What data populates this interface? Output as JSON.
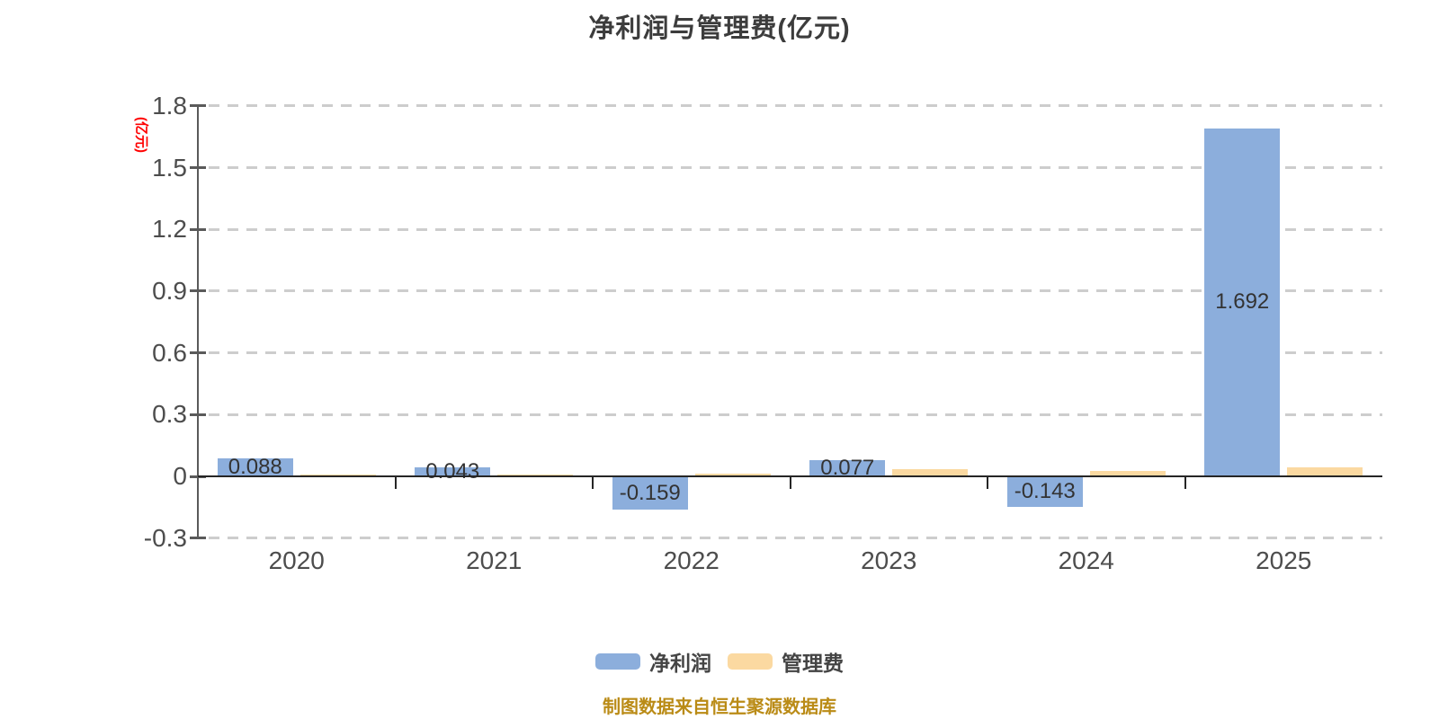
{
  "chart_data": {
    "type": "bar",
    "title": "净利润与管理费(亿元)",
    "source_note": "制图数据来自恒生聚源数据库",
    "categories": [
      "2020",
      "2021",
      "2022",
      "2023",
      "2024",
      "2025"
    ],
    "series": [
      {
        "name": "净利润",
        "color": "#8CAEDC",
        "values": [
          0.088,
          0.043,
          -0.159,
          0.077,
          -0.143,
          1.692
        ],
        "labels": [
          "0.088",
          "0.043",
          "-0.159",
          "0.077",
          "-0.143",
          "1.692"
        ],
        "show_labels": true
      },
      {
        "name": "管理费",
        "color": "#FBD9A1",
        "values": [
          0.005,
          0.01,
          0.015,
          0.033,
          0.025,
          0.044
        ],
        "labels": [],
        "show_labels": false
      }
    ],
    "y_axis": {
      "name": "(亿元)",
      "name_color": "#FF0000",
      "min": -0.3,
      "max": 1.8,
      "step": 0.3,
      "tick_labels": [
        "1.8",
        "1.5",
        "1.2",
        "0.9",
        "0.6",
        "0.3",
        "0",
        "-0.3"
      ]
    },
    "legend": {
      "position": "bottom",
      "items": [
        {
          "label": "净利润",
          "color": "#8CAEDC"
        },
        {
          "label": "管理费",
          "color": "#FBD9A1"
        }
      ]
    },
    "grid": {
      "show": true,
      "style": "dashed",
      "color": "#CDCDCD"
    },
    "styles": {
      "title_color": "#3C3C3C",
      "axis_label_color": "#4D4D4D",
      "bar_label_color": "#333333",
      "source_color": "#BA8B16",
      "axis_line_color": "#262626",
      "spine_color": "#5A5A5A"
    }
  }
}
